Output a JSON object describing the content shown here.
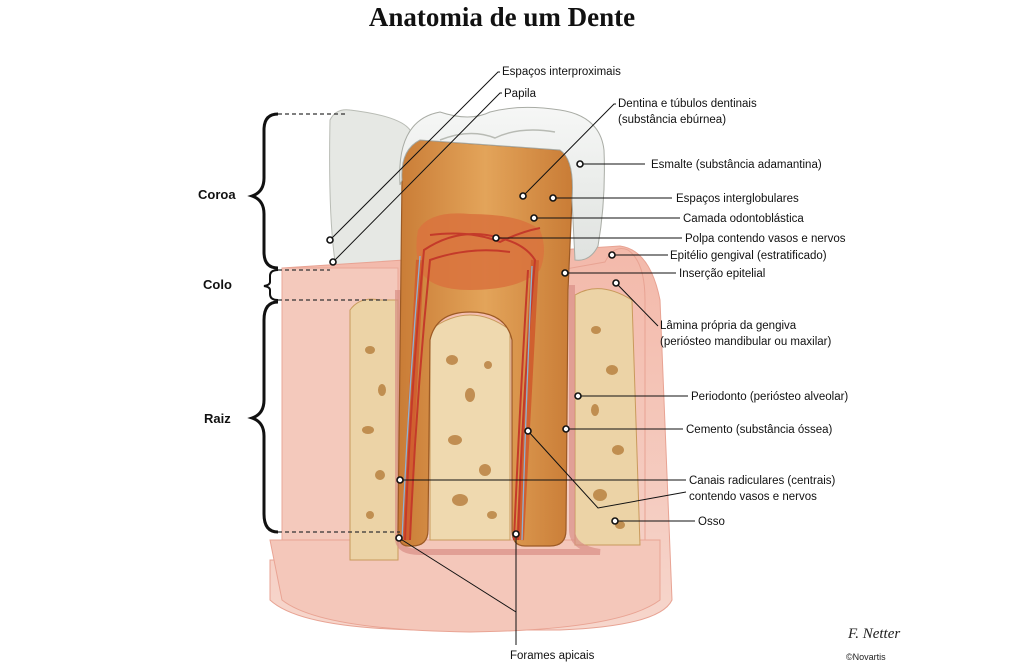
{
  "title": "Anatomia de um Dente",
  "sections": {
    "crown": "Coroa",
    "neck": "Colo",
    "root": "Raiz"
  },
  "labels": {
    "interproximal": "Espaços interproximais",
    "papilla": "Papila",
    "dentin_1": "Dentina e túbulos dentinais",
    "dentin_2": "(substância ebúrnea)",
    "enamel": "Esmalte (substância adamantina)",
    "interglobular": "Espaços interglobulares",
    "odontoblastic": "Camada odontoblástica",
    "pulp": "Polpa contendo vasos e nervos",
    "gingival_epithelium": "Epitélio gengival (estratificado)",
    "epithelial_insertion": "Inserção epitelial",
    "lamina_1": "Lâmina própria da gengiva",
    "lamina_2": "(periósteo mandibular ou maxilar)",
    "periodontium": "Periodonto (periósteo alveolar)",
    "cementum": "Cemento (substância óssea)",
    "root_canals_1": "Canais radiculares (centrais)",
    "root_canals_2": "contendo vasos e nervos",
    "bone": "Osso",
    "apical_foramina": "Forames apicais"
  },
  "signature": {
    "artist": "F. Netter",
    "copyright": "©Novartis"
  },
  "colors": {
    "enamel": "#eef0ef",
    "dentin": "#d9964c",
    "pulp": "#d9743e",
    "gum": "#f2c4b4",
    "bone": "#f0dcb6",
    "bone_pores": "#b98242",
    "vessel": "#c43a2a"
  }
}
